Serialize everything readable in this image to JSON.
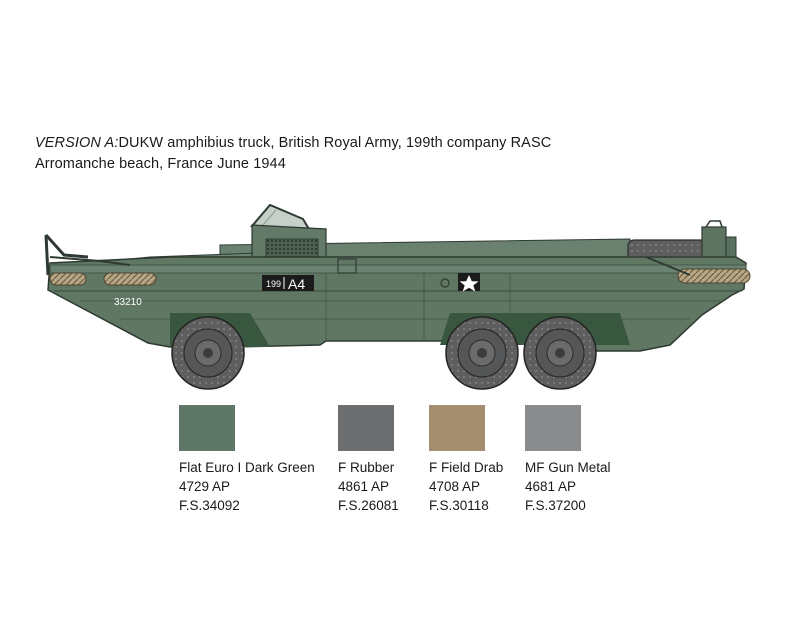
{
  "caption": {
    "version": "VERSION A:",
    "line1_rest": "DUKW amphibius truck, British Royal Army, 199th company RASC",
    "line2": "Arromanche beach, France June 1944"
  },
  "vehicle": {
    "hull_number": "33210",
    "unit_marking_small": "199",
    "unit_marking_large": "A4",
    "colors": {
      "hull": "#5f7763",
      "hull_dark": "#4c6350",
      "rubber": "#6f6f70",
      "rope": "#b9a98a",
      "underside": "#39563f"
    }
  },
  "colors": [
    {
      "name": "Flat Euro I Dark Green",
      "code": "4729 AP",
      "fs": "F.S.34092",
      "hex": "#5e7766"
    },
    {
      "name": "F Rubber",
      "code": "4861 AP",
      "fs": "F.S.26081",
      "hex": "#6d6e70"
    },
    {
      "name": "F Field Drab",
      "code": "4708 AP",
      "fs": "F.S.30118",
      "hex": "#a38e6d"
    },
    {
      "name": "MF Gun Metal",
      "code": "4681 AP",
      "fs": "F.S.37200",
      "hex": "#8a8b8d"
    }
  ]
}
